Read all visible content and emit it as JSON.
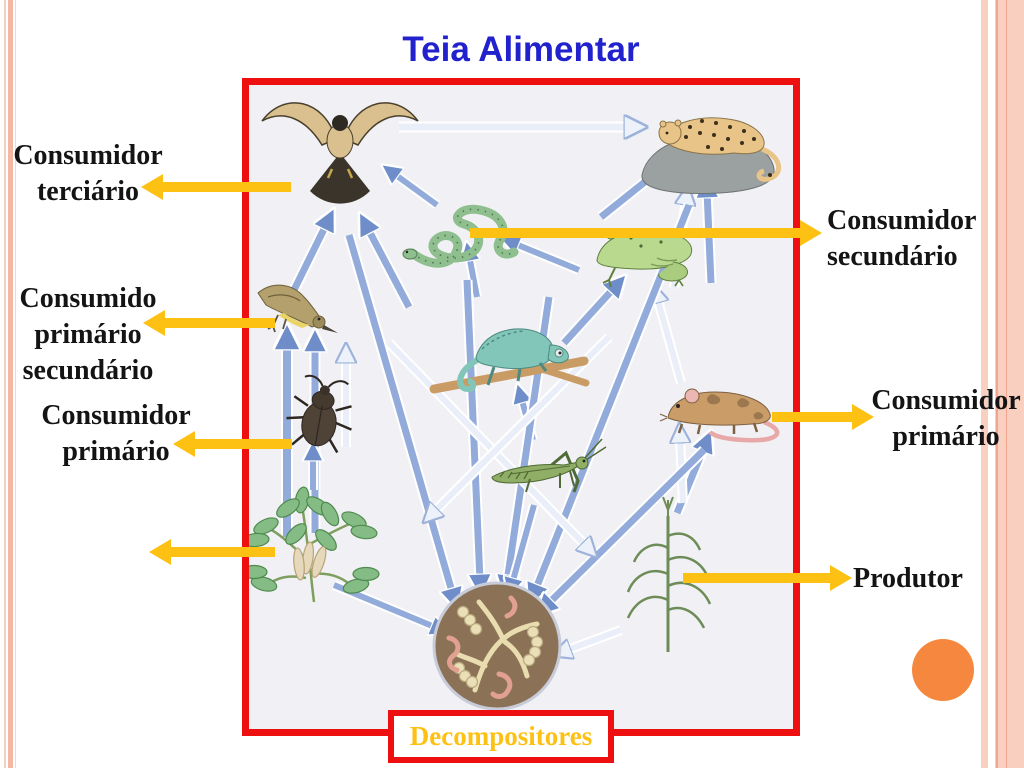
{
  "slide": {
    "title": "Teia Alimentar",
    "colors": {
      "title_blue": "#2121ce",
      "frame_red": "#ee1010",
      "label_gold": "#fdc113",
      "text_black": "#141414",
      "edge_salmon": "#f9cfc0",
      "accent_orange": "#f5883e",
      "diagram_background": "#f1f1f5",
      "flow_arrow_blue": "#92abda"
    }
  },
  "labels": {
    "consumidor_terciario": {
      "line1": "Consumidor",
      "line2": "terciário"
    },
    "consumido_primario_secundario": {
      "line1": "Consumido",
      "line2": "primário",
      "line3": "secundário"
    },
    "consumidor_primario_left": {
      "line1": "Consumidor",
      "line2": "primário"
    },
    "consumidor_secundario": {
      "line1": "Consumidor",
      "line2": "secundário"
    },
    "consumidor_primario_right": {
      "line1": "Consumidor",
      "line2": "primário"
    },
    "produtor": {
      "line1": "Produtor"
    },
    "decompositores": {
      "text": "Decompositores"
    }
  },
  "diagram": {
    "organisms": [
      "owl",
      "leopard",
      "snake",
      "frog",
      "bird",
      "chameleon",
      "beetle",
      "mouse",
      "grasshopper",
      "shrub",
      "grass",
      "decomposers"
    ],
    "food_web_links": [
      "bird→owl",
      "snake→owl",
      "snake→leopard",
      "frog→leopard",
      "mouse→leopard",
      "frog→snake",
      "mouse→snake",
      "grasshopper→frog",
      "grasshopper→chameleon",
      "shrub→bird",
      "shrub→beetle",
      "grass→mouse",
      "grass→grasshopper",
      "owl→decomposers",
      "snake→decomposers",
      "frog→decomposers",
      "leopard→decomposers",
      "mouse→decomposers",
      "grasshopper→decomposers",
      "shrub→decomposers",
      "grass→decomposers"
    ]
  }
}
